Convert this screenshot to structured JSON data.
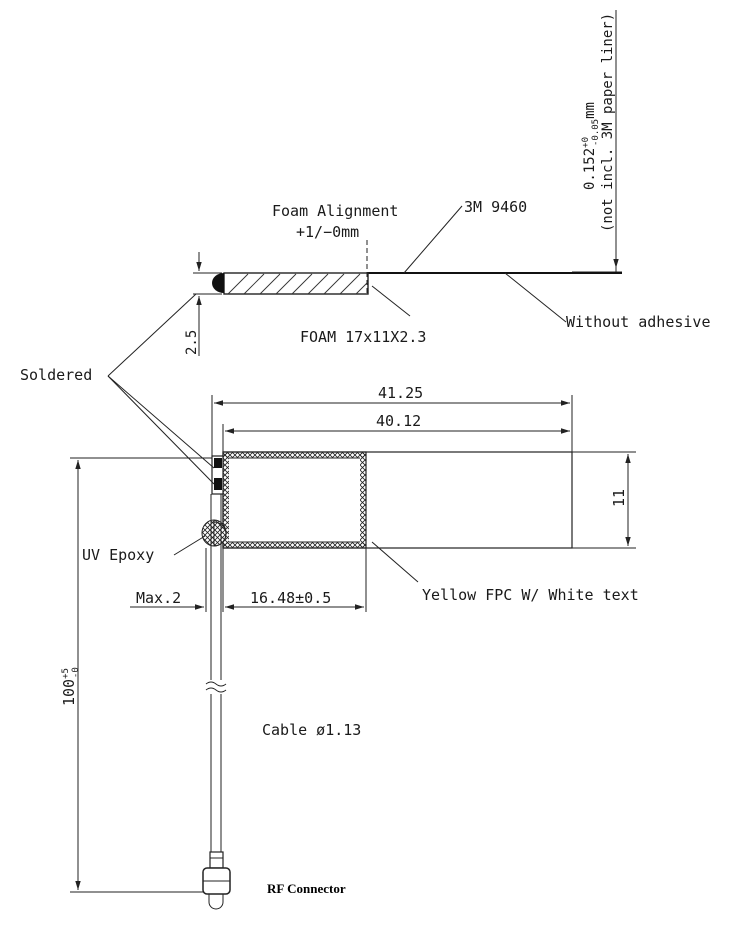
{
  "labels": {
    "foam_alignment": "Foam Alignment",
    "foam_tolerance": "+1/−0mm",
    "tape": "3M 9460",
    "thickness_main": "0.152",
    "thickness_tol_plus": "+0",
    "thickness_tol_minus": "-0.05",
    "thickness_unit": "mm",
    "thickness_note": "(not incl. 3M paper liner)",
    "without_adhesive": "Without adhesive",
    "foam": "FOAM 17x11X2.3",
    "dim_2_5": "2.5",
    "soldered": "Soldered",
    "dim_41_25": "41.25",
    "dim_40_12": "40.12",
    "dim_11": "11",
    "uv_epoxy": "UV Epoxy",
    "max2": "Max.2",
    "dim_16_48": "16.48±0.5",
    "fpc": "Yellow FPC W/ White text",
    "dim_100": "100",
    "dim_100_plus": "+5",
    "dim_100_minus": "-0",
    "cable": "Cable ø1.13",
    "rf_connector": "RF Connector"
  }
}
